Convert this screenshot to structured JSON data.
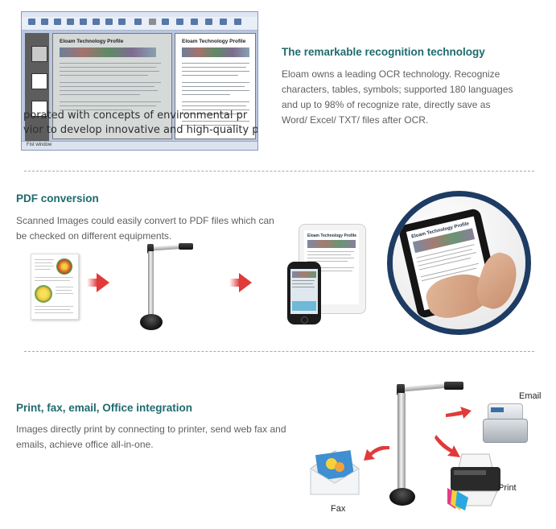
{
  "ocr": {
    "title": "The remarkable recognition technology",
    "text": "Eloam owns a leading OCR technology. Recognize characters, tables, symbols; supported 180 languages and up to 98% of recognize rate, directly save as Word/ Excel/ TXT/ files after OCR.",
    "lines": [
      "Eloam owns a leading OCR technology. Recognize",
      "characters, tables, symbols; supported 180 languages",
      "and up to 98% of recognize rate, directly save as",
      "Word/ Excel/ TXT/ files after OCR."
    ],
    "screenshot": {
      "doc_title_left": "Eloam Technology Profile",
      "doc_title_right": "Eloam Technology Profile",
      "magnified_line1": "porated with concepts of environmental pr",
      "magnified_line2": "vior to develop innovative and high-quality p",
      "status_left": "Fist window"
    }
  },
  "pdf": {
    "title": "PDF conversion",
    "lines": [
      "Scanned Images could easily convert to PDF files which can",
      "be checked on different equipments."
    ],
    "tablet_doc_title": "Eloam Technology Profile"
  },
  "office": {
    "title": "Print, fax, email, Office integration",
    "lines": [
      "Images directly print by connecting to printer, send web fax and",
      "emails, achieve office all-in-one."
    ],
    "labels": {
      "email": "Email",
      "print": "Print",
      "fax": "Fax"
    }
  },
  "colors": {
    "heading": "#1f6b6e",
    "body": "#5f5f5f",
    "arrow": "#e03a3a"
  }
}
